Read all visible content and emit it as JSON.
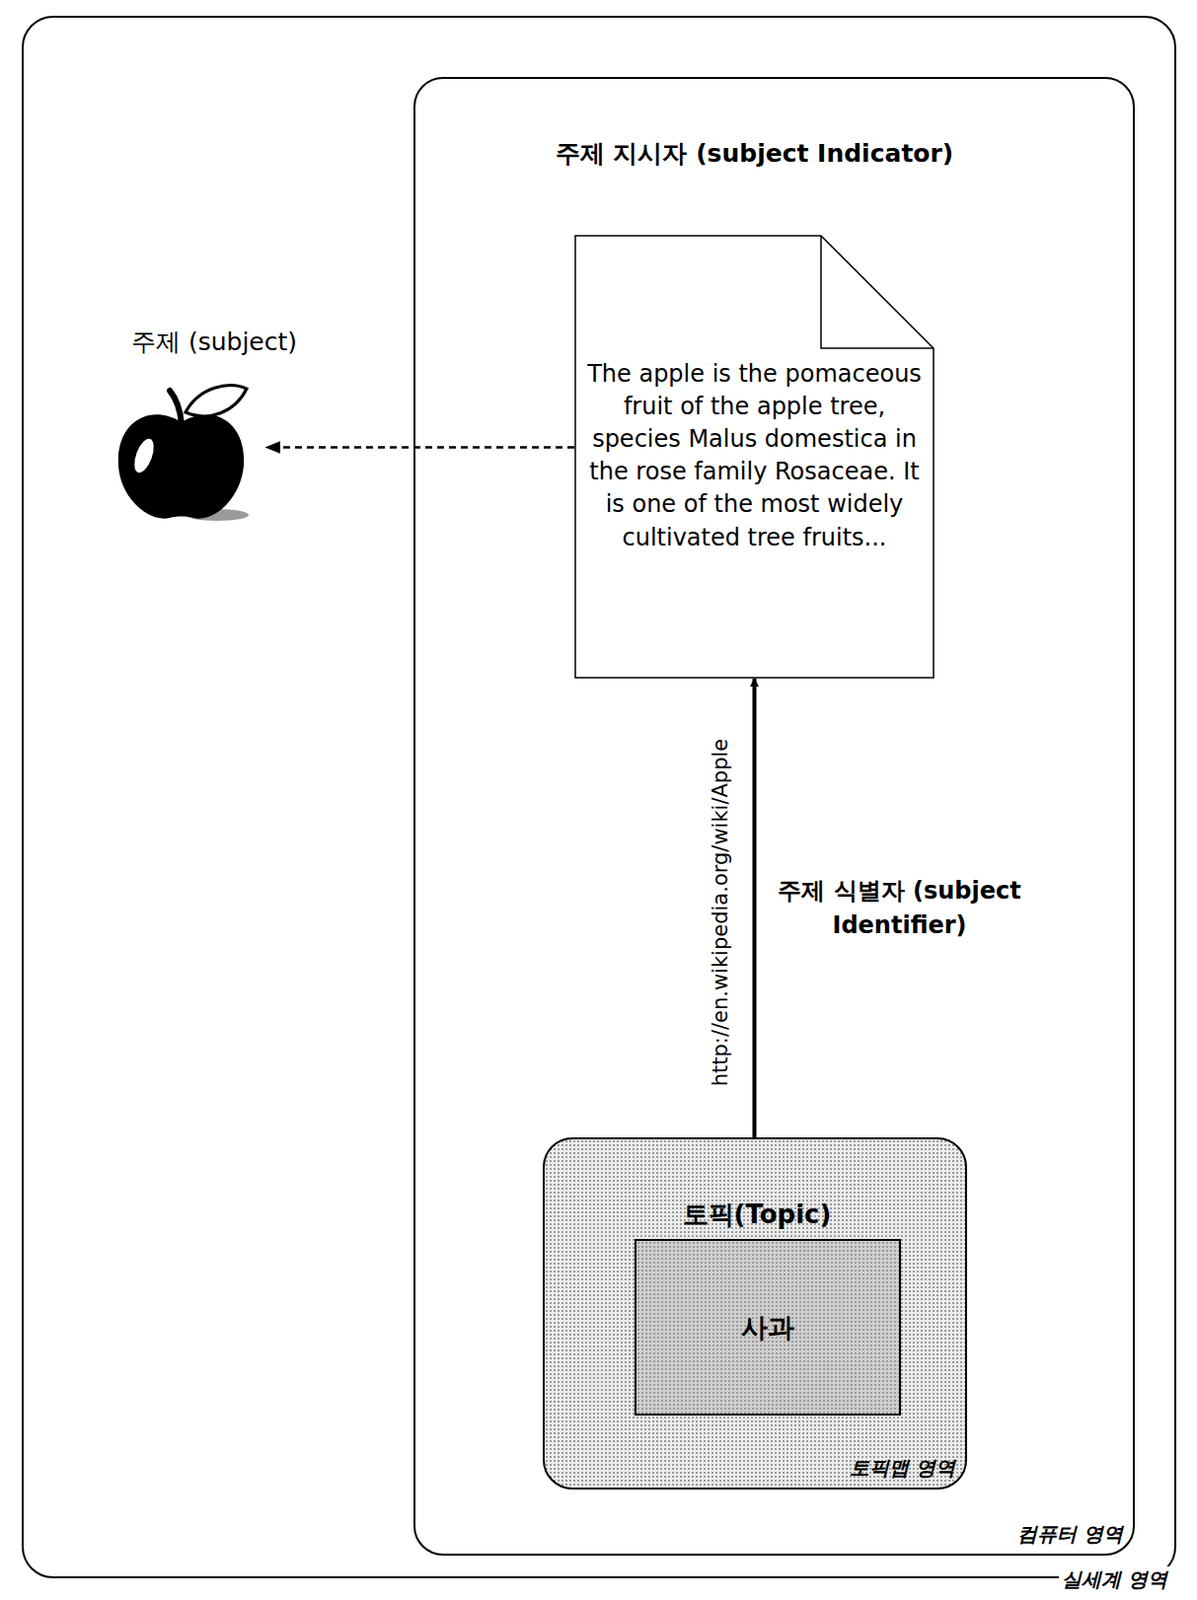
{
  "diagram": {
    "nodes": [
      {
        "text": [
          "실세계 영역"
        ]
      },
      {
        "text": [
          "주제 (subject)"
        ],
        "in": 0
      },
      {
        "text": [
          "컴퓨터 영역"
        ],
        "in": 0
      },
      {
        "text": [
          "주제 지시자 (subject Indicator)",
          "The apple is the pomaceous fruit of the apple tree, species Malus domestica in the rose family Rosaceae. It is one of the most widely cultivated tree fruits..."
        ],
        "in": 2
      },
      {
        "text": [
          "토픽맵 영역"
        ],
        "in": 2
      },
      {
        "text": [
          "토픽(Topic)",
          "사과"
        ],
        "in": 4
      }
    ],
    "edges": [
      {
        "from": 4,
        "to": 3,
        "arrow": "to",
        "label": "주제 식별자 (subject Identifier)"
      },
      {
        "from": 3,
        "to": 1,
        "arrow": "to"
      }
    ],
    "labels": [
      "http://en.wikipedia.org/wiki/Apple"
    ]
  }
}
